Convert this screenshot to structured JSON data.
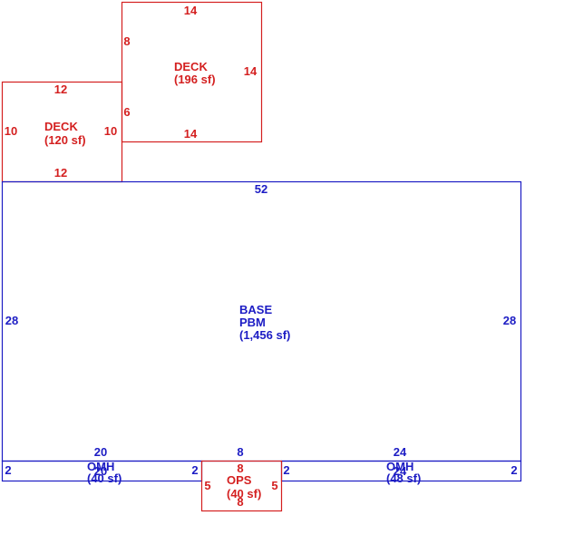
{
  "colors": {
    "deck": "#d42020",
    "base": "#1c1cc4",
    "ops": "#d42020",
    "omh": "#1c1cc4"
  },
  "deck_upper": {
    "name": "DECK",
    "area": "(196 sf)",
    "top": "14",
    "bottom": "14",
    "left": "8",
    "left_lower": "6",
    "right": "14"
  },
  "deck_lower": {
    "name": "DECK",
    "area": "(120 sf)",
    "top": "12",
    "bottom": "12",
    "left": "10",
    "right": "10"
  },
  "base": {
    "name_line1": "BASE",
    "name_line2": "PBM",
    "area": "(1,456 sf)",
    "top": "52",
    "left": "28",
    "right": "28"
  },
  "omh_left": {
    "name": "OMH",
    "area": "(40 sf)",
    "top": "20",
    "bottom": "20",
    "left": "2",
    "right": "2"
  },
  "omh_right": {
    "name": "OMH",
    "area": "(48 sf)",
    "top": "24",
    "bottom": "24",
    "right": "2"
  },
  "ops": {
    "name": "OPS",
    "area": "(40 sf)",
    "top_outer": "8",
    "top_inner": "8",
    "bottom": "8",
    "left": "5",
    "right": "5",
    "left_side": "2"
  }
}
